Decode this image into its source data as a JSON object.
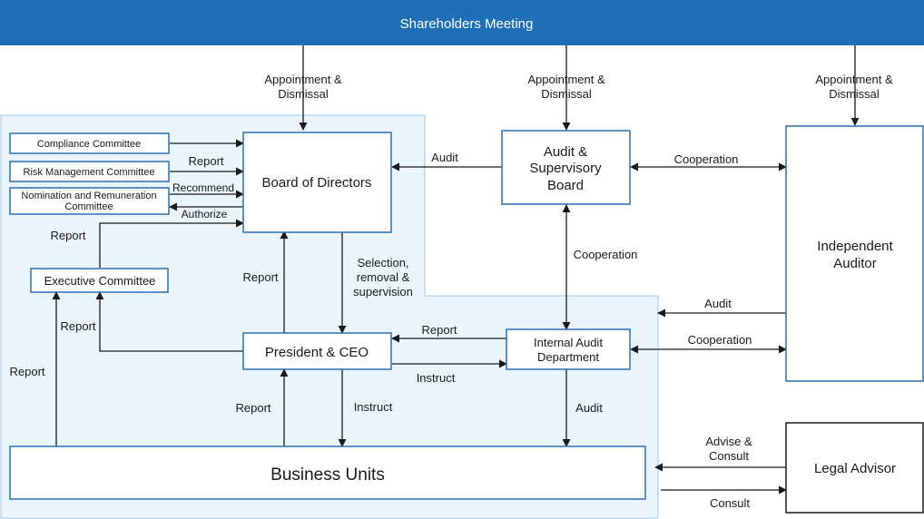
{
  "colors": {
    "header": "#1f6fb8",
    "header_text": "#ffffff",
    "box_border": "#2a6fb0",
    "region_fill": "#e9f4fb",
    "region_border": "#9cc9e4",
    "line": "#1a1a1a"
  },
  "header": {
    "title": "Shareholders Meeting"
  },
  "nodes": {
    "compliance": "Compliance Committee",
    "risk": "Risk Management Committee",
    "nomination_1": "Nomination and Remuneration",
    "nomination_2": "Committee",
    "board": "Board of Directors",
    "audit_board_1": "Audit &",
    "audit_board_2": "Supervisory",
    "audit_board_3": "Board",
    "auditor_1": "Independent",
    "auditor_2": "Auditor",
    "executive": "Executive Committee",
    "president": "President & CEO",
    "internal_audit_1": "Internal Audit",
    "internal_audit_2": "Department",
    "business": "Business Units",
    "legal": "Legal Advisor"
  },
  "labels": {
    "appoint_1_a": "Appointment &",
    "appoint_1_b": "Dismissal",
    "appoint_2_a": "Appointment &",
    "appoint_2_b": "Dismissal",
    "appoint_3_a": "Appointment &",
    "appoint_3_b": "Dismissal",
    "report_risk": "Report",
    "recommend": "Recommend",
    "authorize": "Authorize",
    "audit_board": "Audit",
    "cooperation_top": "Cooperation",
    "cooperation_vertical": "Cooperation",
    "report_exec_board": "Report",
    "report_pres_board": "Report",
    "selection_1": "Selection,",
    "selection_2": "removal &",
    "selection_3": "supervision",
    "report_pres_exec": "Report",
    "report_bu_exec": "Report",
    "report_ia_pres": "Report",
    "instruct_ia": "Instruct",
    "audit_auditor_ia": "Audit",
    "cooperation_mid": "Cooperation",
    "report_bu_pres": "Report",
    "instruct_bu": "Instruct",
    "audit_bu": "Audit",
    "advise_1": "Advise &",
    "advise_2": "Consult",
    "consult": "Consult"
  }
}
